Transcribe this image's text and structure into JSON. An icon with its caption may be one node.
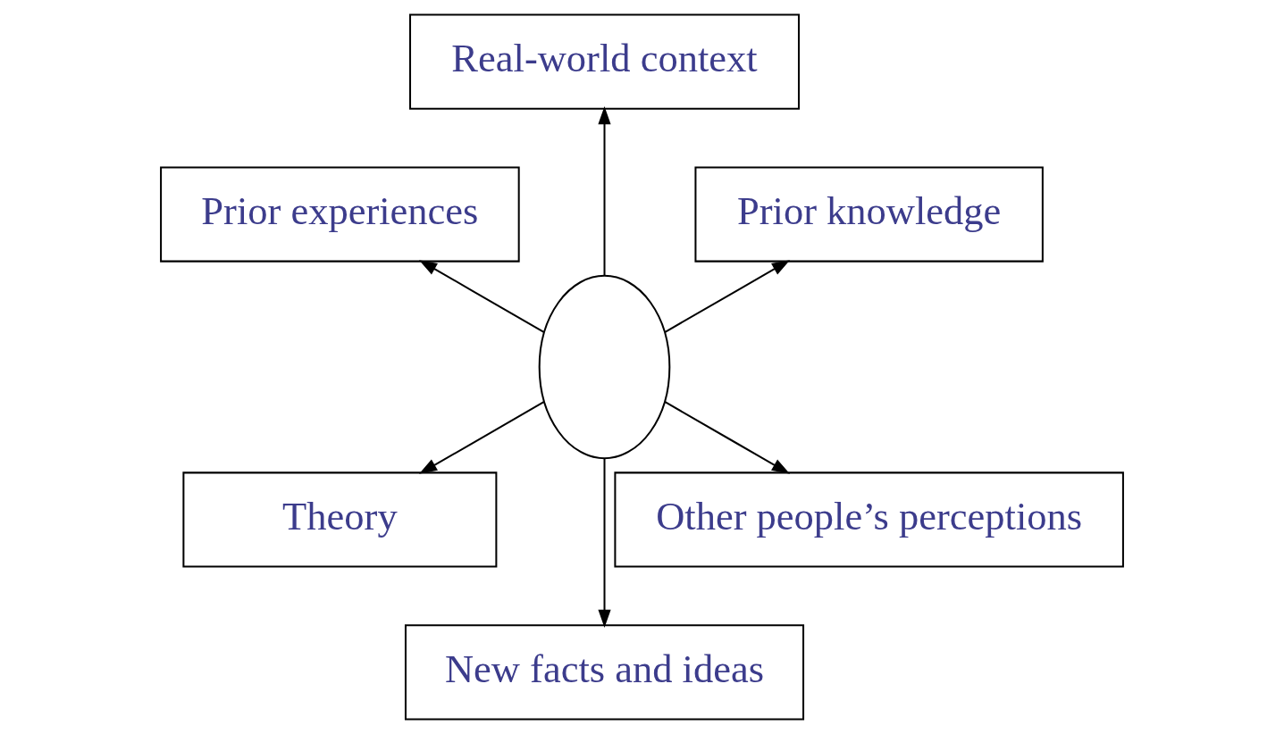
{
  "diagram": {
    "nodes": [
      {
        "text": [
          "Prior knowledge"
        ]
      },
      {
        "text": [
          "Real-world context"
        ]
      },
      {
        "text": [
          "Prior experiences"
        ]
      },
      {
        "text": [],
        "shape": "ellipse"
      },
      {
        "text": [
          "Theory"
        ]
      },
      {
        "text": [
          "New facts and ideas"
        ]
      },
      {
        "text": [
          "Other people’s perceptions"
        ]
      }
    ],
    "edges": [
      {
        "from": 3,
        "to": 0,
        "arrow": "to"
      },
      {
        "from": 3,
        "to": 1,
        "arrow": "to"
      },
      {
        "from": 3,
        "to": 2,
        "arrow": "to"
      },
      {
        "from": 3,
        "to": 4,
        "arrow": "to"
      },
      {
        "from": 3,
        "to": 5,
        "arrow": "to"
      },
      {
        "from": 3,
        "to": 6,
        "arrow": "to"
      }
    ]
  }
}
